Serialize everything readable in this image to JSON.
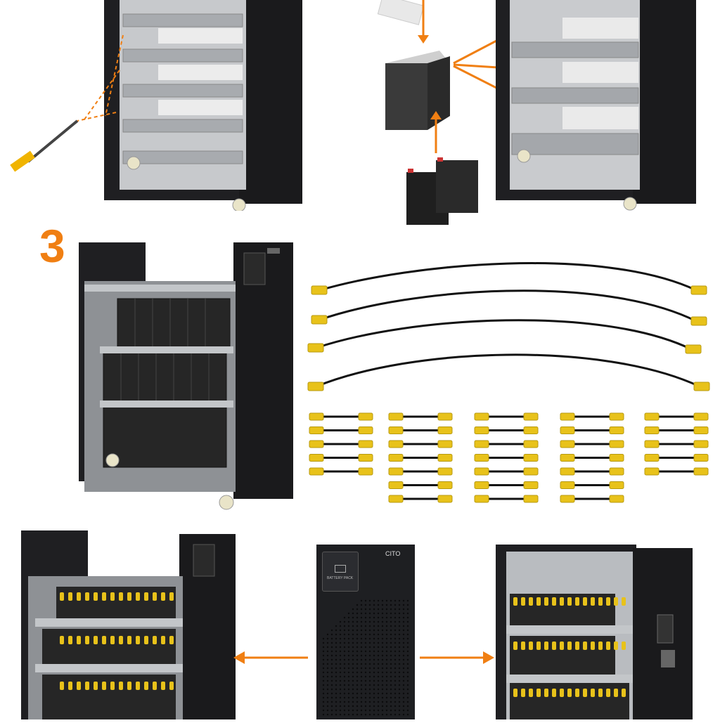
{
  "step_label": "3",
  "front_panel": {
    "brand": "CITO",
    "screen_label": "BATTERY PACK"
  },
  "colors": {
    "accent_orange": "#f07f13",
    "connector_yellow": "#e8c21a",
    "cabinet_black": "#1c1c1e",
    "steel": "#b9bcc0"
  },
  "connector_groups": {
    "long_cables": 4,
    "short_cable_columns": [
      5,
      7,
      7,
      7,
      5
    ]
  }
}
